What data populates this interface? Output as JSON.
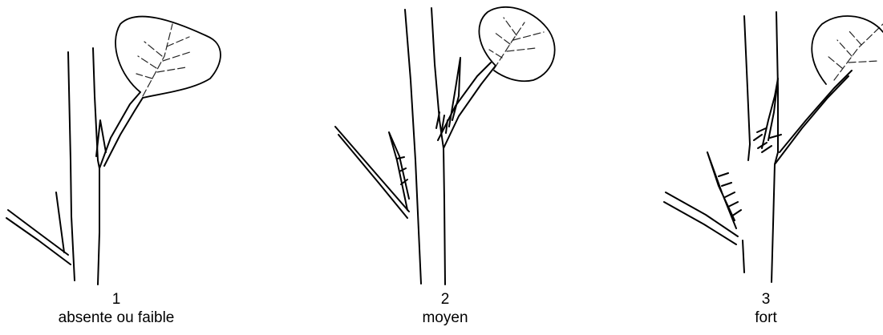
{
  "panels": [
    {
      "number": "1",
      "label": "absente ou faible"
    },
    {
      "number": "2",
      "label": "moyen"
    },
    {
      "number": "3",
      "label": "fort"
    }
  ]
}
